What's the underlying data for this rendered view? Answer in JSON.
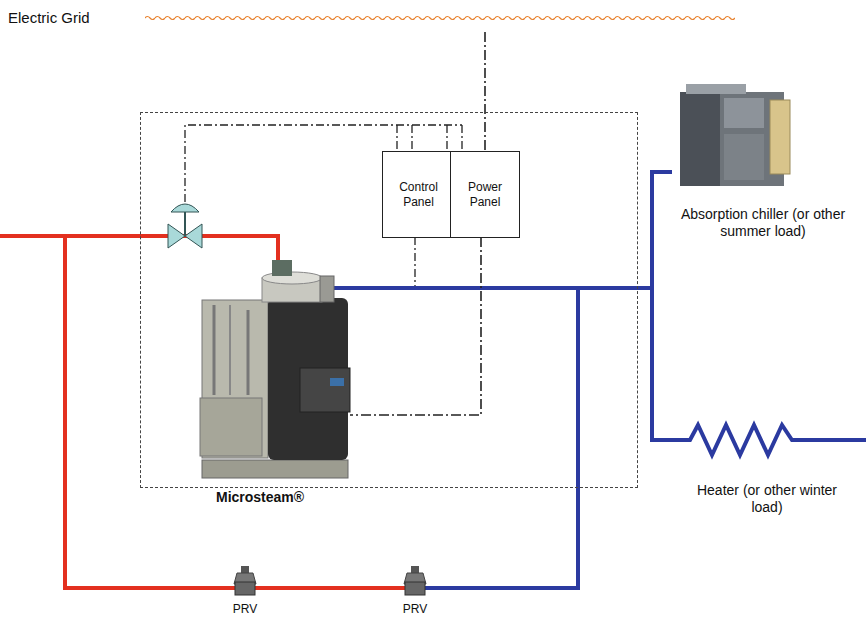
{
  "diagram": {
    "nodes": [
      {
        "text": [
          "Electric Grid"
        ]
      },
      {
        "text": [
          "Microsteam®"
        ]
      },
      {
        "text": [
          "Control Panel"
        ],
        "in": 1
      },
      {
        "text": [
          "Power Panel"
        ],
        "in": 1
      },
      {
        "text": [
          "Absorption chiller (or other summer load)"
        ]
      },
      {
        "text": [
          "Heater (or other winter load)"
        ]
      },
      {
        "text": [
          "PRV"
        ]
      },
      {
        "text": [
          "PRV"
        ]
      }
    ],
    "edges": [
      {
        "from": 0,
        "to": 3,
        "arrow": "none"
      },
      {
        "from": 1,
        "to": 4,
        "arrow": "none"
      },
      {
        "from": 1,
        "to": 5,
        "arrow": "none"
      },
      {
        "from": 6,
        "to": 7,
        "arrow": "none"
      }
    ]
  }
}
